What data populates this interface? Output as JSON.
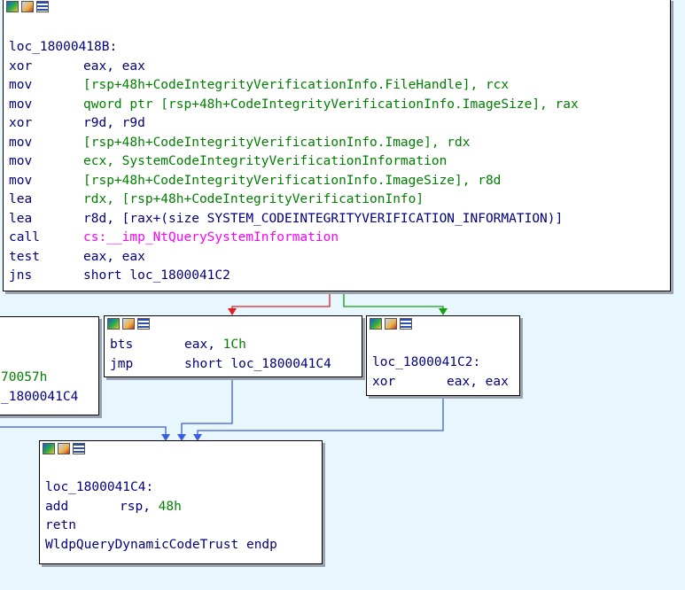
{
  "main_block": {
    "label": "loc_18000418B:",
    "instructions": [
      {
        "mnemonic": "xor",
        "operands": "eax, eax"
      },
      {
        "mnemonic": "mov",
        "operands": "[rsp+48h+CodeIntegrityVerificationInfo.FileHandle], rcx"
      },
      {
        "mnemonic": "mov",
        "operands": "qword ptr [rsp+48h+CodeIntegrityVerificationInfo.ImageSize], rax"
      },
      {
        "mnemonic": "xor",
        "operands": "r9d, r9d"
      },
      {
        "mnemonic": "mov",
        "operands": "[rsp+48h+CodeIntegrityVerificationInfo.Image], rdx"
      },
      {
        "mnemonic": "mov",
        "operands": "ecx, SystemCodeIntegrityVerificationInformation"
      },
      {
        "mnemonic": "mov",
        "operands": "[rsp+48h+CodeIntegrityVerificationInfo.ImageSize], r8d"
      },
      {
        "mnemonic": "lea",
        "operands": "rdx, [rsp+48h+CodeIntegrityVerificationInfo]"
      },
      {
        "mnemonic": "lea",
        "operands": "r8d, [rax+(size SYSTEM_CODEINTEGRITYVERIFICATION_INFORMATION)]"
      },
      {
        "mnemonic": "call",
        "operands": "cs:__imp_NtQuerySystemInformation"
      },
      {
        "mnemonic": "test",
        "operands": "eax, eax"
      },
      {
        "mnemonic": "jns",
        "operands": "short loc_1800041C2"
      }
    ]
  },
  "left_partial_block": {
    "fragments": [
      "70057h",
      "_1800041C4"
    ]
  },
  "fallthrough_block": {
    "instructions": [
      {
        "mnemonic": "bts",
        "operands": "eax, 1Ch"
      },
      {
        "mnemonic": "jmp",
        "operands": "short loc_1800041C4"
      }
    ]
  },
  "branch_block": {
    "label": "loc_1800041C2:",
    "instructions": [
      {
        "mnemonic": "xor",
        "operands": "eax, eax"
      }
    ]
  },
  "exit_block": {
    "label": "loc_1800041C4:",
    "instructions": [
      {
        "mnemonic": "add",
        "operands": "rsp, 48h"
      },
      {
        "mnemonic": "retn",
        "operands": ""
      }
    ],
    "footer": "WldpQueryDynamicCodeTrust endp"
  },
  "icons": {
    "toolbar": [
      "graph-color-icon",
      "edit-node-icon",
      "listing-icon"
    ]
  },
  "colors": {
    "background": "#e8f6fd",
    "edge_false": "#e02020",
    "edge_true": "#10a010",
    "edge_jump": "#3a5ee0",
    "text": "#000080",
    "number": "#008000",
    "import": "#ff00ff"
  }
}
